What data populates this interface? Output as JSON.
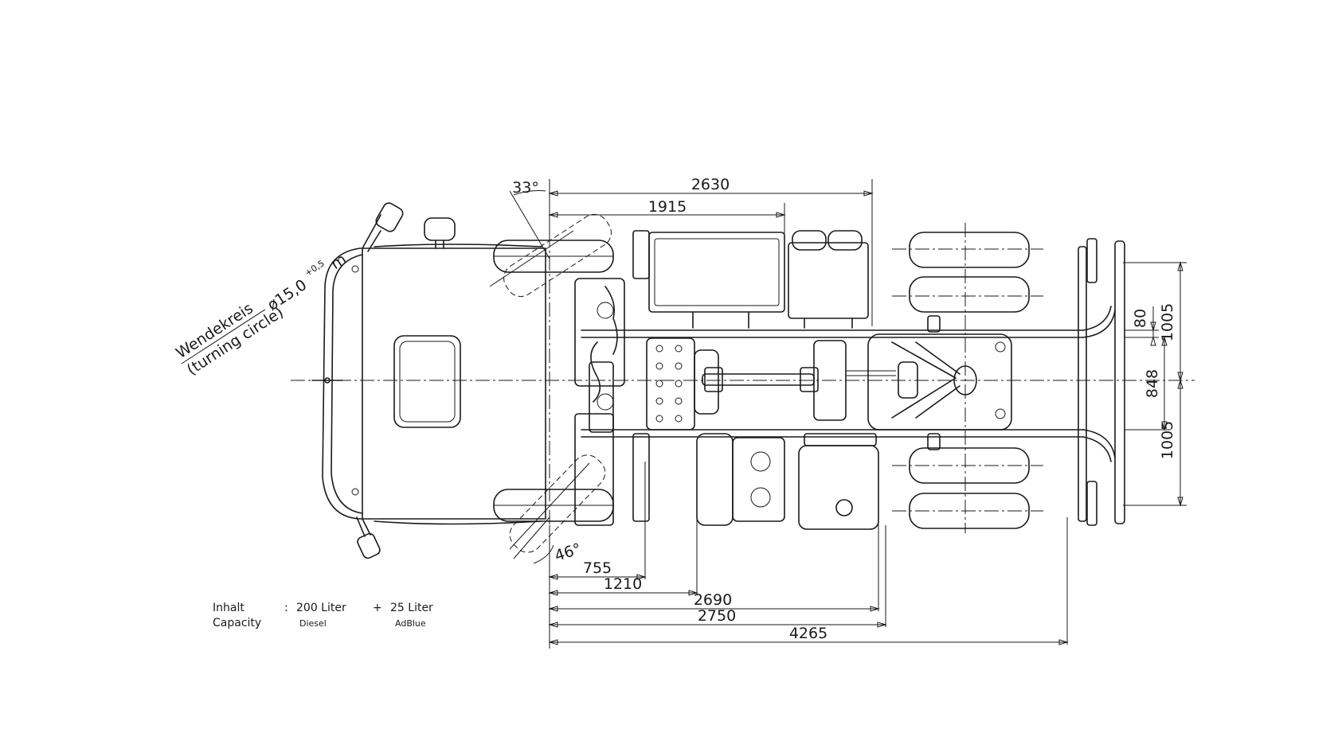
{
  "dimensions": {
    "d2630": "2630",
    "d1915": "1915",
    "d755": "755",
    "d1210": "1210",
    "d2690": "2690",
    "d2750": "2750",
    "d4265": "4265",
    "d80": "80",
    "d1005_top": "1005",
    "d848": "848",
    "d1005_bottom": "1005"
  },
  "angles": {
    "steer_top": "33°",
    "steer_bottom": "46°"
  },
  "turning_circle": {
    "label_de": "Wendekreis",
    "label_en": "(turning circle)",
    "value": "ø15,0",
    "tolerance": "+0,5",
    "unit": "m"
  },
  "capacity": {
    "label_de": "Inhalt",
    "label_en": "Capacity",
    "separator": ":",
    "diesel_amount": "200 Liter",
    "plus": "+",
    "adblue_amount": "25 Liter",
    "diesel_label": "Diesel",
    "adblue_label": "AdBlue"
  }
}
